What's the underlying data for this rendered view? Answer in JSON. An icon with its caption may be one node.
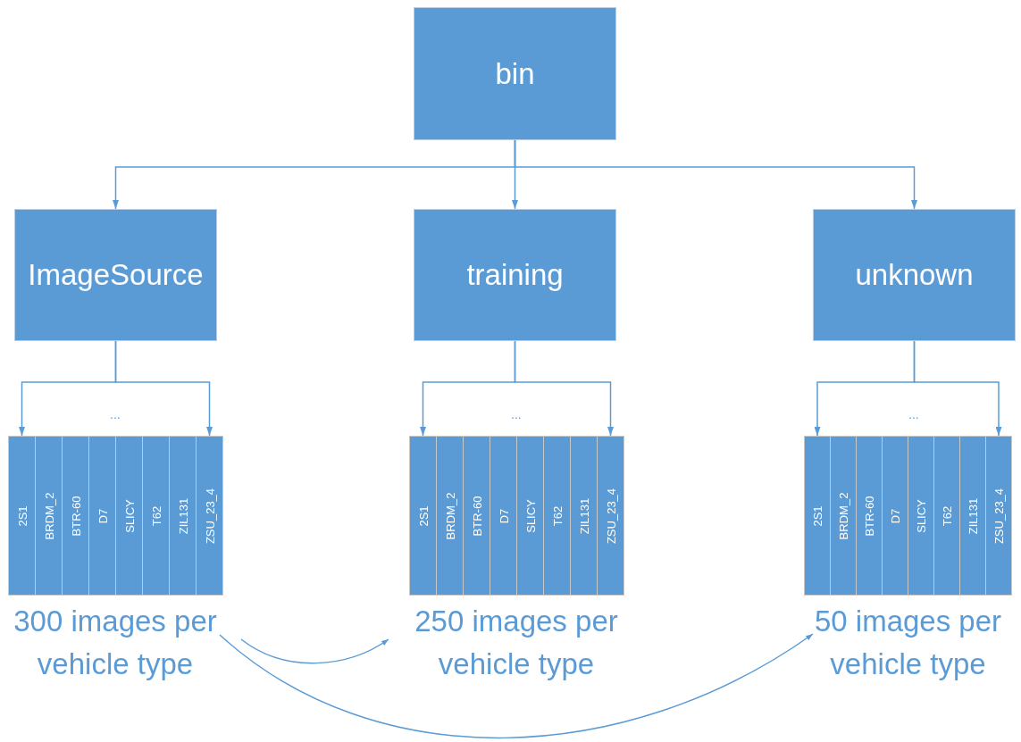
{
  "diagram": {
    "nodes": [
      {
        "text": [
          "bin"
        ]
      },
      {
        "text": [
          "ImageSource"
        ]
      },
      {
        "text": [
          "training"
        ]
      },
      {
        "text": [
          "unknown"
        ]
      },
      {
        "text": [
          "2S1"
        ]
      },
      {
        "text": [
          "BRDM_2"
        ]
      },
      {
        "text": [
          "BTR-60"
        ]
      },
      {
        "text": [
          "D7"
        ]
      },
      {
        "text": [
          "SLICY"
        ]
      },
      {
        "text": [
          "T62"
        ]
      },
      {
        "text": [
          "ZIL131"
        ]
      },
      {
        "text": [
          "ZSU_23_4"
        ]
      },
      {
        "text": [
          "2S1"
        ]
      },
      {
        "text": [
          "BRDM_2"
        ]
      },
      {
        "text": [
          "BTR-60"
        ]
      },
      {
        "text": [
          "D7"
        ]
      },
      {
        "text": [
          "SLICY"
        ]
      },
      {
        "text": [
          "T62"
        ]
      },
      {
        "text": [
          "ZIL131"
        ]
      },
      {
        "text": [
          "ZSU_23_4"
        ]
      },
      {
        "text": [
          "2S1"
        ]
      },
      {
        "text": [
          "BRDM_2"
        ]
      },
      {
        "text": [
          "BTR-60"
        ]
      },
      {
        "text": [
          "D7"
        ]
      },
      {
        "text": [
          "SLICY"
        ]
      },
      {
        "text": [
          "T62"
        ]
      },
      {
        "text": [
          "ZIL131"
        ]
      },
      {
        "text": [
          "ZSU_23_4"
        ]
      },
      {
        "text": [
          "300 images per vehicle type"
        ]
      },
      {
        "text": [
          "250 images per vehicle type"
        ]
      },
      {
        "text": [
          "50 images per vehicle type"
        ]
      }
    ],
    "edges": [
      {
        "from": 0,
        "to": 1,
        "arrow": "to"
      },
      {
        "from": 0,
        "to": 2,
        "arrow": "to"
      },
      {
        "from": 0,
        "to": 3,
        "arrow": "to"
      },
      {
        "from": 1,
        "to": 4,
        "arrow": "to"
      },
      {
        "from": 1,
        "to": 11,
        "arrow": "to"
      },
      {
        "from": 2,
        "to": 12,
        "arrow": "to"
      },
      {
        "from": 2,
        "to": 19,
        "arrow": "to"
      },
      {
        "from": 3,
        "to": 20,
        "arrow": "to"
      },
      {
        "from": 3,
        "to": 27,
        "arrow": "to"
      },
      {
        "from": 28,
        "to": 29,
        "arrow": "to"
      },
      {
        "from": 28,
        "to": 30,
        "arrow": "to"
      }
    ],
    "labels": [
      "...",
      "...",
      "..."
    ]
  }
}
